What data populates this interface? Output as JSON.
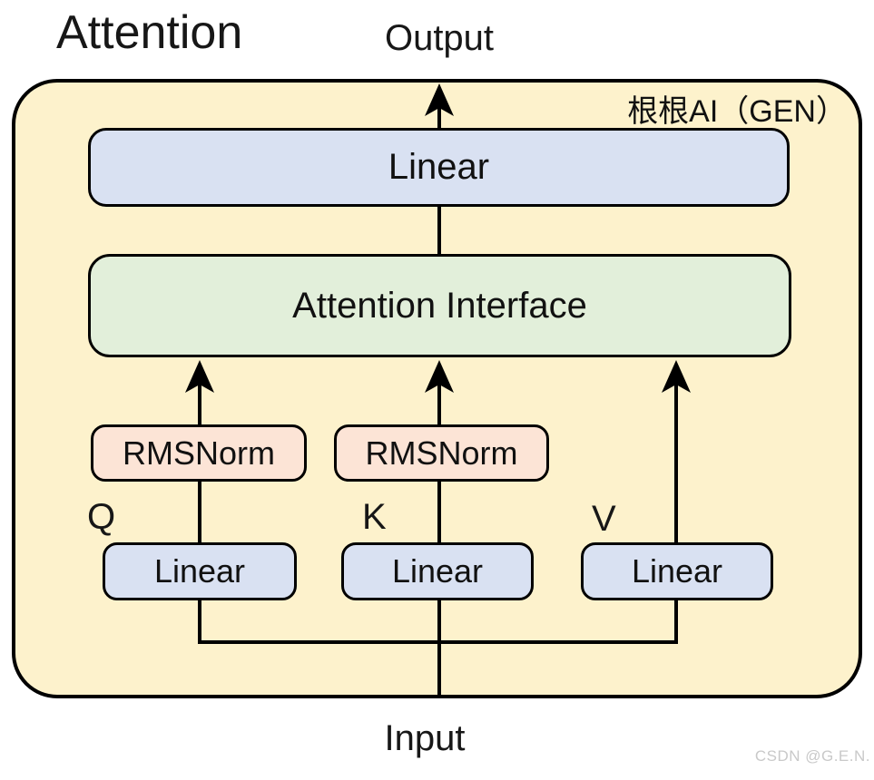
{
  "title": "Attention",
  "labels": {
    "output": "Output",
    "input": "Input",
    "q": "Q",
    "k": "K",
    "v": "V"
  },
  "container": {
    "brand": "根根AI（GEN）"
  },
  "boxes": {
    "top_linear": "Linear",
    "attention_interface": "Attention Interface",
    "rmsnorm_q": "RMSNorm",
    "rmsnorm_k": "RMSNorm",
    "linear_q": "Linear",
    "linear_k": "Linear",
    "linear_v": "Linear"
  },
  "watermark": "CSDN @G.E.N.",
  "colors": {
    "container_fill": "#FDF2CC",
    "linear_fill": "#D9E1F2",
    "attention_fill": "#E2EFDA",
    "rmsnorm_fill": "#FCE4D6",
    "line": "#000000",
    "text": "#171717",
    "watermark_text": "#C9C9C9"
  }
}
